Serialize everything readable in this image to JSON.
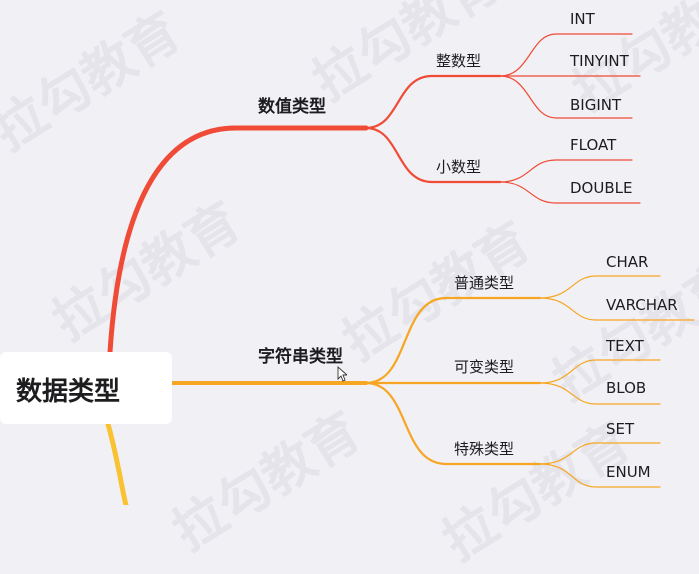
{
  "watermark_text": "拉勾教育",
  "colors": {
    "background": "#f1f0f5",
    "branch_numeric": "#ef4b36",
    "branch_string": "#f6a623",
    "branch_root_bottom": "#f8c232",
    "text": "#1d1d1f"
  },
  "root": {
    "label": "数据类型"
  },
  "categories": [
    {
      "label": "数值类型",
      "groups": [
        {
          "label": "整数型",
          "items": [
            "INT",
            "TINYINT",
            "BIGINT"
          ]
        },
        {
          "label": "小数型",
          "items": [
            "FLOAT",
            "DOUBLE"
          ]
        }
      ]
    },
    {
      "label": "字符串类型",
      "groups": [
        {
          "label": "普通类型",
          "items": [
            "CHAR",
            "VARCHAR"
          ]
        },
        {
          "label": "可变类型",
          "items": [
            "TEXT",
            "BLOB"
          ]
        },
        {
          "label": "特殊类型",
          "items": [
            "SET",
            "ENUM"
          ]
        }
      ]
    }
  ]
}
